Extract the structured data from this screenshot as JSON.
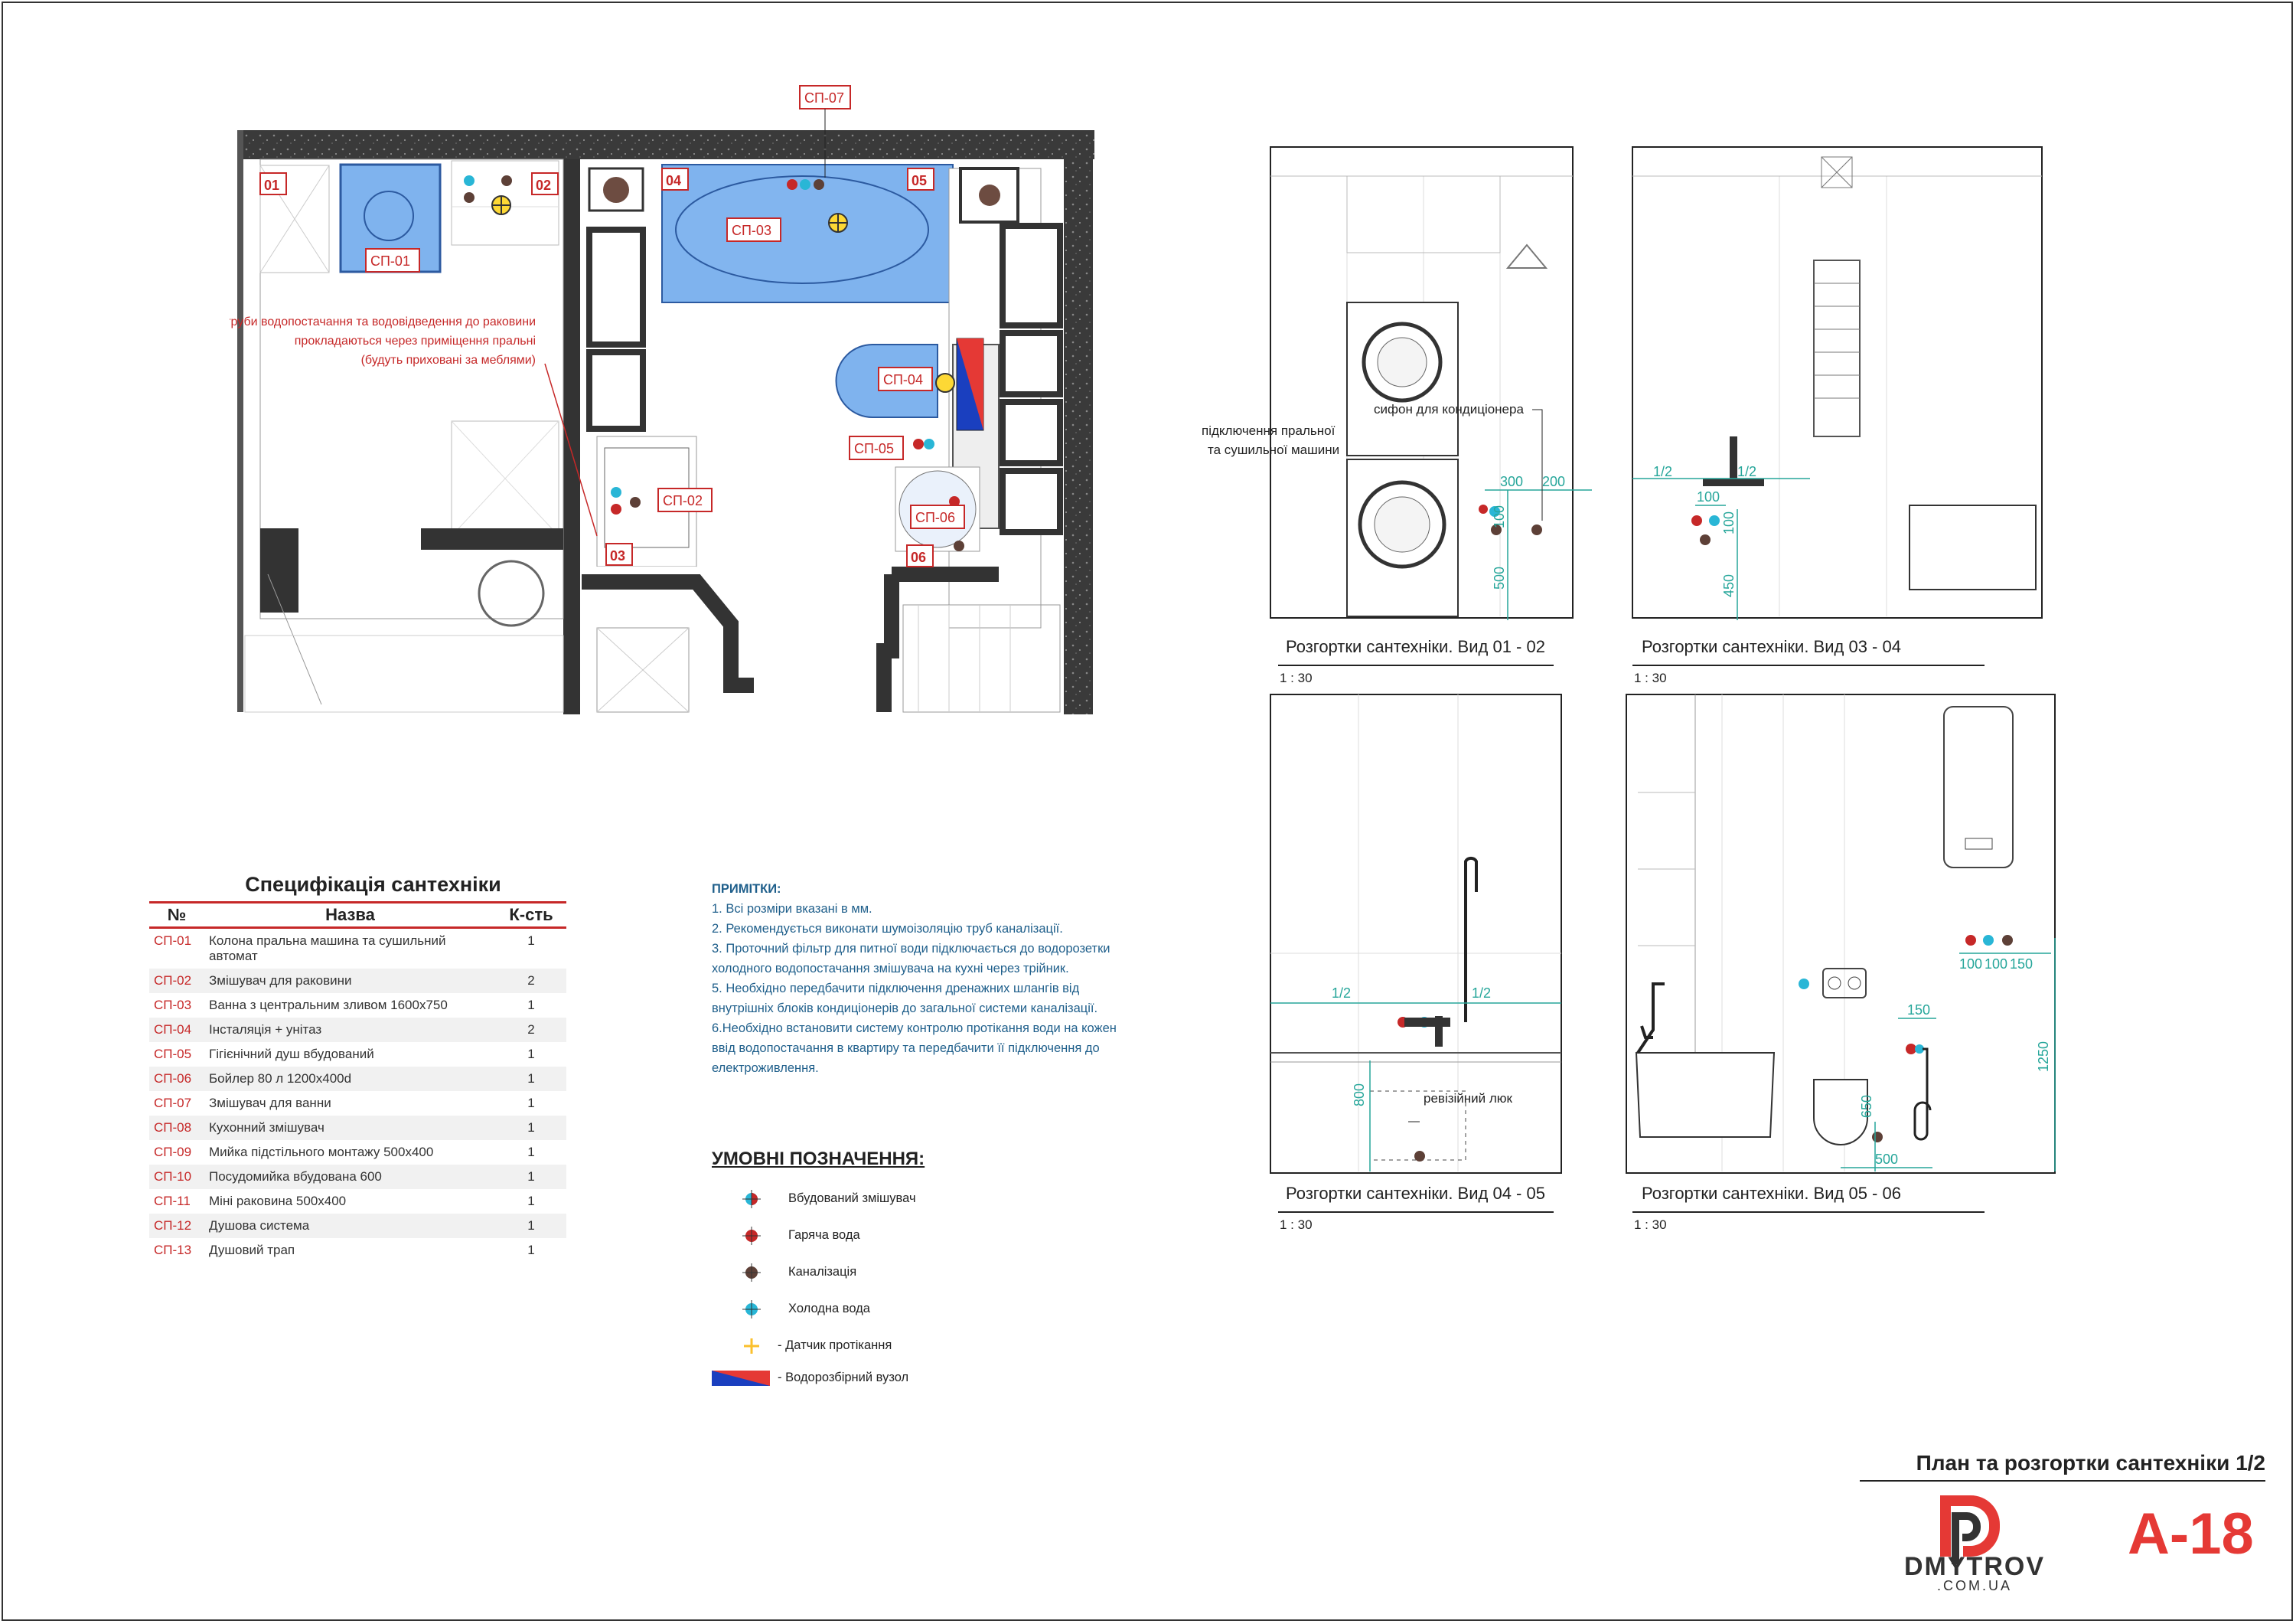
{
  "plan": {
    "tags": [
      "01",
      "02",
      "03",
      "04",
      "05",
      "06"
    ],
    "callouts": {
      "sp07": "СП-07",
      "sp03": "СП-03",
      "sp01": "СП-01",
      "sp04": "СП-04",
      "sp05": "СП-05",
      "sp02": "СП-02",
      "sp06": "СП-06"
    },
    "note_lines": [
      "труби водопостачання та водовідведення до раковини",
      "прокладаються через приміщення пральні",
      "(будуть приховані за меблями)"
    ]
  },
  "views": {
    "v1": {
      "label": "Розгортки сантехніки. Вид 01 - 02",
      "scale": "1 : 30",
      "annot_siphon": "сифон для кондиціонера",
      "annot_wash": [
        "підключення пральної",
        "та сушильної машини"
      ],
      "dims": [
        "300",
        "200",
        "100",
        "500"
      ]
    },
    "v2": {
      "label": "Розгортки сантехніки. Вид 03 - 04",
      "scale": "1 : 30",
      "dims": [
        "1/2",
        "1/2",
        "100",
        "100",
        "450"
      ]
    },
    "v3": {
      "label": "Розгортки сантехніки. Вид 04 - 05",
      "scale": "1 : 30",
      "annot": "ревізійний люк",
      "dims": [
        "1/2",
        "1/2",
        "800"
      ]
    },
    "v4": {
      "label": "Розгортки сантехніки. Вид 05 - 06",
      "scale": "1 : 30",
      "dims": [
        "100",
        "100",
        "150",
        "150",
        "650",
        "500",
        "1250"
      ]
    }
  },
  "spec": {
    "title": "Специфікація сантехніки",
    "headers": [
      "№",
      "Назва",
      "К-сть"
    ],
    "rows": [
      [
        "СП-01",
        "Колона пральна машина та сушильний автомат",
        "1"
      ],
      [
        "СП-02",
        "Змішувач для раковини",
        "2"
      ],
      [
        "СП-03",
        "Ванна з центральним зливом 1600х750",
        "1"
      ],
      [
        "СП-04",
        "Інсталяція + унітаз",
        "2"
      ],
      [
        "СП-05",
        "Гігієнічний душ вбудований",
        "1"
      ],
      [
        "СП-06",
        "Бойлер 80 л 1200х400d",
        "1"
      ],
      [
        "СП-07",
        "Змішувач для ванни",
        "1"
      ],
      [
        "СП-08",
        "Кухонний змішувач",
        "1"
      ],
      [
        "СП-09",
        "Мийка підстільного монтажу 500х400",
        "1"
      ],
      [
        "СП-10",
        "Посудомийка вбудована 600",
        "1"
      ],
      [
        "СП-11",
        "Міні раковина 500х400",
        "1"
      ],
      [
        "СП-12",
        "Душова система",
        "1"
      ],
      [
        "СП-13",
        "Душовий трап",
        "1"
      ]
    ]
  },
  "notes": {
    "title": "ПРИМІТКИ:",
    "items": [
      "1. Всі розміри вказані в мм.",
      "2. Рекомендується виконати шумоізоляцію труб каналізації.",
      "3. Проточний фільтр для питної води підключається до водорозетки холодного водопостачання змішувача на кухні через трійник.",
      "5. Необхідно передбачити підключення дренажних шлангів від внутрішніх блоків кондиціонерів до загальної системи каналізації.",
      "6.Необхідно встановити систему контролю протікання води на кожен ввід водопостачання в квартиру та передбачити її підключення до електроживлення."
    ]
  },
  "legend": {
    "title": "УМОВНІ ПОЗНАЧЕННЯ:",
    "items": [
      {
        "label": "Вбудований змішувач",
        "icon": "mixer-icon"
      },
      {
        "label": "Гаряча вода",
        "icon": "hot-water-icon"
      },
      {
        "label": "Каналізація",
        "icon": "sewer-icon"
      },
      {
        "label": "Холодна вода",
        "icon": "cold-water-icon"
      },
      {
        "label": "- Датчик протікання",
        "icon": "leak-sensor-icon"
      },
      {
        "label": "- Водорозбірний вузол",
        "icon": "water-node-icon"
      }
    ]
  },
  "title_block": {
    "plan_title": "План та розгортки сантехніки 1/2",
    "sheet": "А-18",
    "logo_main": "DMYTROV",
    "logo_sub": ".COM.UA"
  },
  "colors": {
    "red": "#e53935",
    "cold": "#29b6d6",
    "hot": "#c62828",
    "sewer": "#5d4037",
    "sensor": "#fdd835",
    "blue_fill": "#7fb3ee",
    "dim": "#26a69a",
    "wall": "#333333"
  }
}
